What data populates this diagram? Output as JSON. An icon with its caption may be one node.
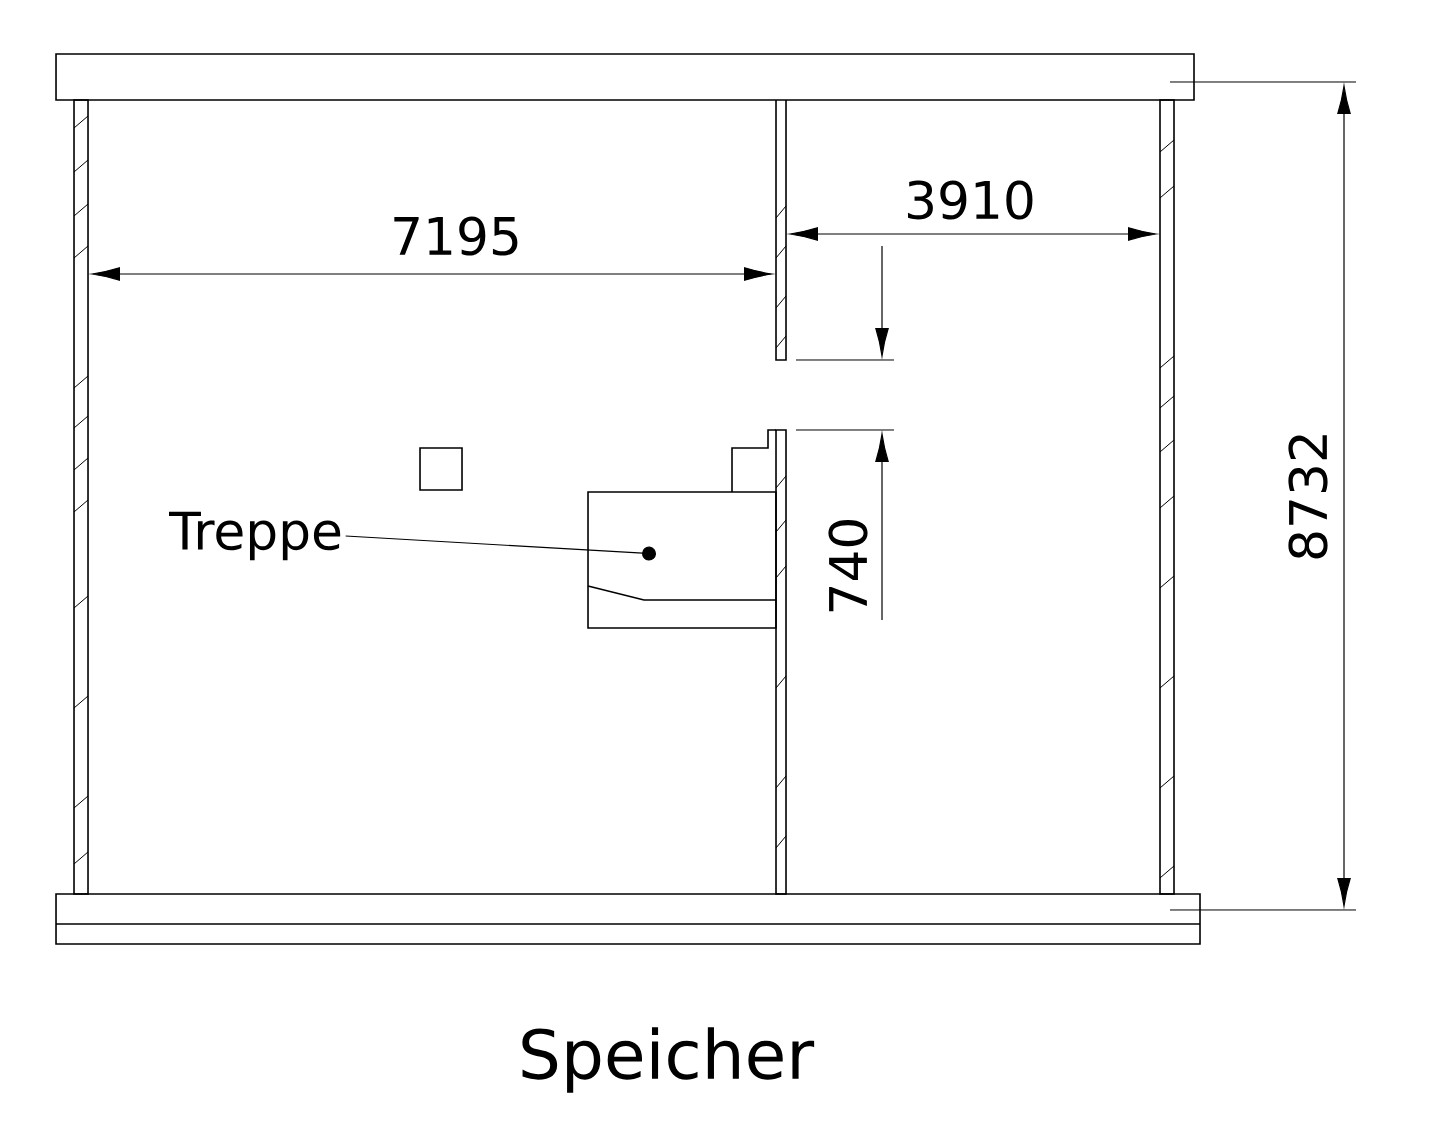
{
  "diagram": {
    "caption": "Speicher",
    "nodes": [
      {
        "text": [
          "Treppe"
        ]
      },
      {
        "text": [],
        "shape": "box"
      }
    ],
    "edges": [
      {
        "from": 0,
        "to": 1,
        "arrow": "other"
      }
    ],
    "labels": [
      "7195",
      "3910",
      "740",
      "8732"
    ]
  }
}
